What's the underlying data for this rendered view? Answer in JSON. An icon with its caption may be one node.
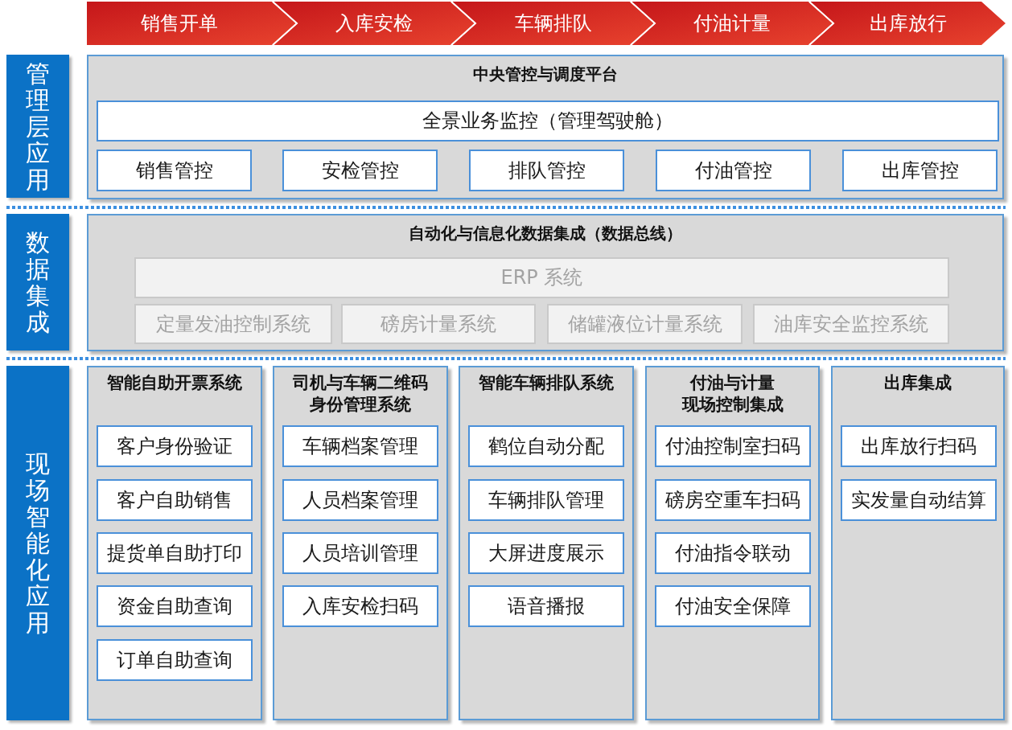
{
  "diagram": {
    "nodes": [
      {
        "text": [
          "销售开单"
        ]
      },
      {
        "text": [
          "入库安检"
        ]
      },
      {
        "text": [
          "车辆排队"
        ]
      },
      {
        "text": [
          "付油计量"
        ]
      },
      {
        "text": [
          "出库放行"
        ]
      },
      {
        "text": [
          "管理层应用"
        ]
      },
      {
        "text": [
          "中央管控与调度平台"
        ]
      },
      {
        "text": [
          "全景业务监控（管理驾驶舱）"
        ],
        "in": 6
      },
      {
        "text": [
          "销售管控"
        ],
        "in": 6
      },
      {
        "text": [
          "安检管控"
        ],
        "in": 6
      },
      {
        "text": [
          "排队管控"
        ],
        "in": 6
      },
      {
        "text": [
          "付油管控"
        ],
        "in": 6
      },
      {
        "text": [
          "出库管控"
        ],
        "in": 6
      },
      {
        "text": [
          "数据集成"
        ]
      },
      {
        "text": [
          "自动化与信息化数据集成（数据总线）"
        ]
      },
      {
        "text": [
          "ERP 系统"
        ],
        "in": 14
      },
      {
        "text": [
          "定量发油控制系统"
        ],
        "in": 14
      },
      {
        "text": [
          "磅房计量系统"
        ],
        "in": 14
      },
      {
        "text": [
          "储罐液位计量系统"
        ],
        "in": 14
      },
      {
        "text": [
          "油库安全监控系统"
        ],
        "in": 14
      },
      {
        "text": [
          "现场智能化应用"
        ]
      },
      {
        "text": [
          "智能自助开票系统"
        ]
      },
      {
        "text": [
          "客户身份验证"
        ],
        "in": 21
      },
      {
        "text": [
          "客户自助销售"
        ],
        "in": 21
      },
      {
        "text": [
          "提货单自助打印"
        ],
        "in": 21
      },
      {
        "text": [
          "资金自助查询"
        ],
        "in": 21
      },
      {
        "text": [
          "订单自助查询"
        ],
        "in": 21
      },
      {
        "text": [
          "司机与车辆二维码身份管理系统"
        ]
      },
      {
        "text": [
          "车辆档案管理"
        ],
        "in": 27
      },
      {
        "text": [
          "人员档案管理"
        ],
        "in": 27
      },
      {
        "text": [
          "人员培训管理"
        ],
        "in": 27
      },
      {
        "text": [
          "入库安检扫码"
        ],
        "in": 27
      },
      {
        "text": [
          "智能车辆排队系统"
        ]
      },
      {
        "text": [
          "鹤位自动分配"
        ],
        "in": 32
      },
      {
        "text": [
          "车辆排队管理"
        ],
        "in": 32
      },
      {
        "text": [
          "大屏进度展示"
        ],
        "in": 32
      },
      {
        "text": [
          "语音播报"
        ],
        "in": 32
      },
      {
        "text": [
          "付油与计量现场控制集成"
        ]
      },
      {
        "text": [
          "付油控制室扫码"
        ],
        "in": 37
      },
      {
        "text": [
          "磅房空重车扫码"
        ],
        "in": 37
      },
      {
        "text": [
          "付油指令联动"
        ],
        "in": 37
      },
      {
        "text": [
          "付油安全保障"
        ],
        "in": 37
      },
      {
        "text": [
          "出库集成"
        ]
      },
      {
        "text": [
          "出库放行扫码"
        ],
        "in": 42
      },
      {
        "text": [
          "实发量自动结算"
        ],
        "in": 42
      }
    ],
    "edges": [
      {
        "from": 0,
        "to": 1,
        "arrow": "to"
      },
      {
        "from": 1,
        "to": 2,
        "arrow": "to"
      },
      {
        "from": 2,
        "to": 3,
        "arrow": "to"
      },
      {
        "from": 3,
        "to": 4,
        "arrow": "to"
      }
    ]
  }
}
